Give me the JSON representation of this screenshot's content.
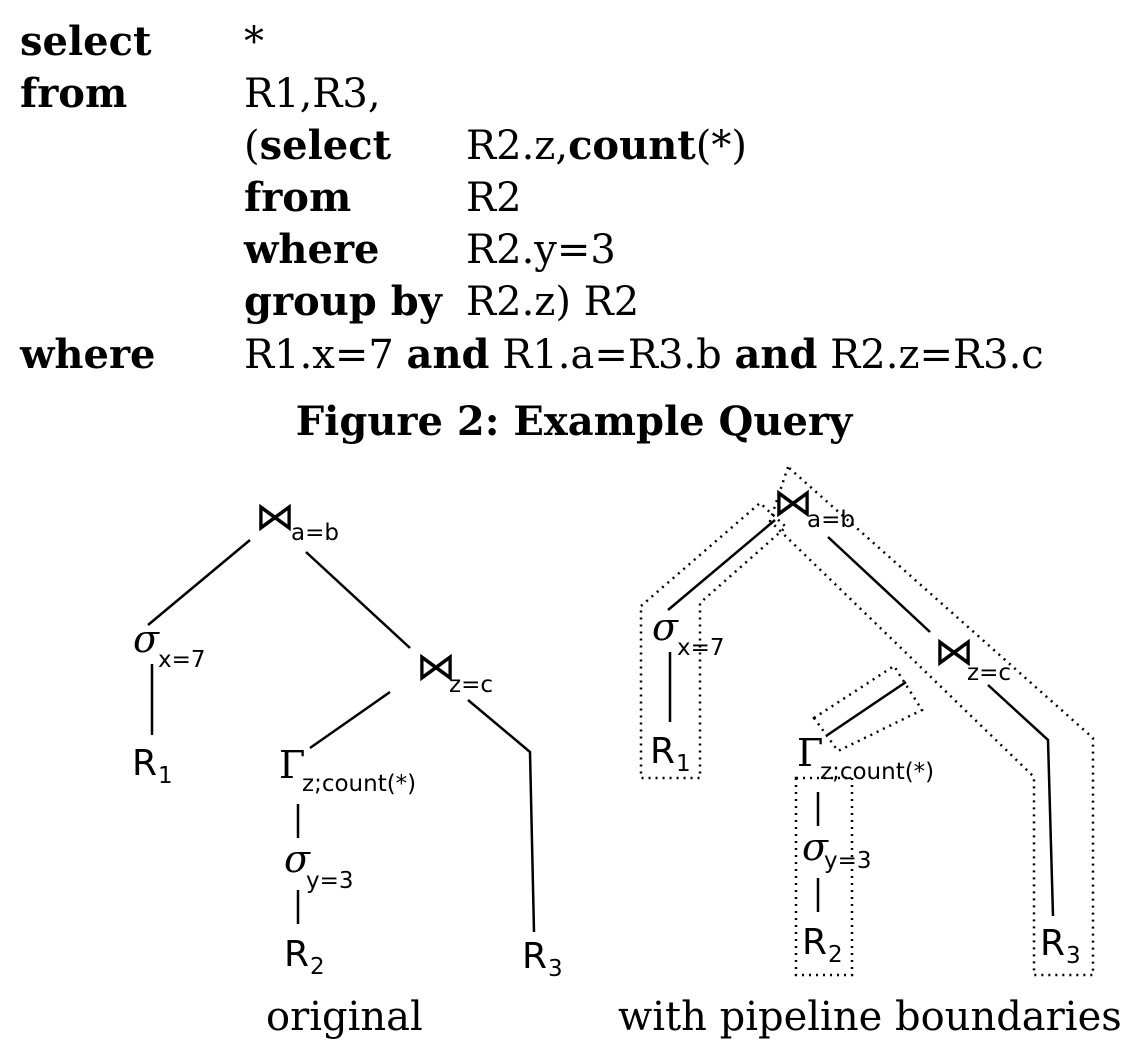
{
  "query": {
    "select_kw": "select",
    "select_val": "*",
    "from_kw": "from",
    "from_val": "R1,R3,",
    "sub_open": "(",
    "sub_select_kw": "select",
    "sub_select_val_pre": "R2.z,",
    "sub_select_count_kw": "count",
    "sub_select_val_post": "(*)",
    "sub_from_kw": "from",
    "sub_from_val": "R2",
    "sub_where_kw": "where",
    "sub_where_val": "R2.y=3",
    "sub_group_kw": "group by",
    "sub_group_val": "R2.z) R2",
    "where_kw": "where",
    "where_cond1": "R1.x=7",
    "and_kw_1": "and",
    "where_cond2": "R1.a=R3.b",
    "and_kw_2": "and",
    "where_cond3": "R2.z=R3.c"
  },
  "figure_caption": "Figure 2: Example Query",
  "trees": {
    "join_symbol": "⋈",
    "select_symbol": "σ",
    "group_symbol": "Γ",
    "rel_letter": "R",
    "join1_sub": "a=b",
    "join2_sub": "z=c",
    "sel1_sub": "x=7",
    "sel2_sub": "y=3",
    "group_sub": "z;count(*)",
    "r1_sub": "1",
    "r2_sub": "2",
    "r3_sub": "3"
  },
  "original_label": "original",
  "pipeline_label": "with pipeline boundaries"
}
